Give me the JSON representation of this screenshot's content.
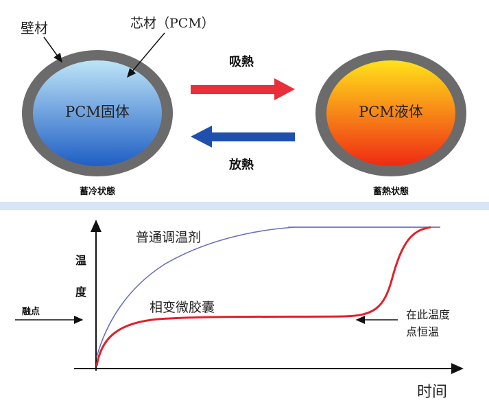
{
  "top": {
    "wall_label": "壁材",
    "core_label": "芯材（PCM）",
    "solid_label": "PCM固体",
    "liquid_label": "PCM液体",
    "absorb_label": "吸熱",
    "release_label": "放熱",
    "cold_state_label": "蓄冷状態",
    "heat_state_label": "蓄熱状態",
    "colors": {
      "shell": "#6b6b6b",
      "solid_top": "#bde4f7",
      "solid_bottom": "#1f5fc4",
      "liquid_top": "#ffe21a",
      "liquid_bottom": "#ef2a14",
      "absorb_arrow": "#e8303a",
      "release_arrow": "#1f4faf",
      "divider": "#d6e6f8"
    }
  },
  "chart": {
    "y_label_1": "温",
    "y_label_2": "度",
    "x_label": "时间",
    "melting_point_label": "融点",
    "normal_label": "普通调温剂",
    "pcm_label": "相变微胶囊",
    "constant_line_1": "在此温度",
    "constant_line_2": "点恒温",
    "colors": {
      "normal_curve": "#6b6fc0",
      "pcm_curve": "#e0202a",
      "axis": "#111111"
    }
  }
}
